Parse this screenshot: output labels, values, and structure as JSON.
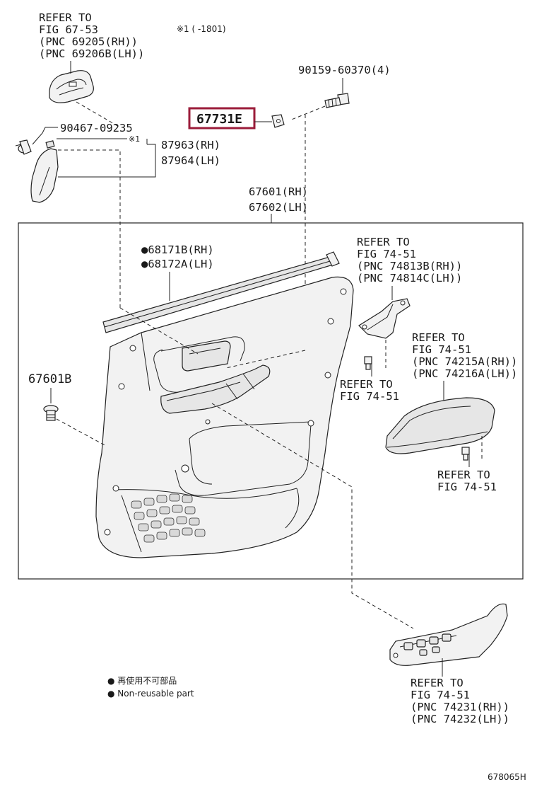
{
  "labels": {
    "refer_6753": [
      "REFER TO",
      "FIG 67-53",
      "(PNC 69205(RH))",
      "(PNC 69206B(LH))"
    ],
    "note_1801": "※1 (      -1801)",
    "bolt_90159": "90159-60370(4)",
    "highlight_67731E": "67731E",
    "clip_90467": "90467-09235",
    "note_mark": "※1",
    "pad_87963": [
      "87963(RH)",
      "87964(LH)"
    ],
    "panel_67601": [
      "67601(RH)",
      "67602(LH)"
    ],
    "weatherstrip_68171": [
      "●68171B(RH)",
      "●68172A(LH)"
    ],
    "refer_7451_bracket": [
      "REFER TO",
      "FIG 74-51",
      "(PNC 74813B(RH))",
      "(PNC 74814C(LH))"
    ],
    "refer_7451_armrest": [
      "REFER TO",
      "FIG 74-51",
      "(PNC 74215A(RH))",
      "(PNC 74216A(LH))"
    ],
    "clip_67601B": "67601B",
    "refer_7451_screw1": [
      "REFER TO",
      "FIG 74-51"
    ],
    "refer_7451_screw2": [
      "REFER TO",
      "FIG 74-51"
    ],
    "refer_7451_switch": [
      "REFER TO",
      "FIG 74-51",
      "(PNC 74231(RH))",
      "(PNC 74232(LH))"
    ],
    "legend": [
      "● 再使用不可部品",
      "● Non-reusable part"
    ],
    "figure_id": "678065H"
  },
  "colors": {
    "highlight_box": "#9b1c3a",
    "line": "#222222",
    "part_fill": "#f2f2f2"
  }
}
